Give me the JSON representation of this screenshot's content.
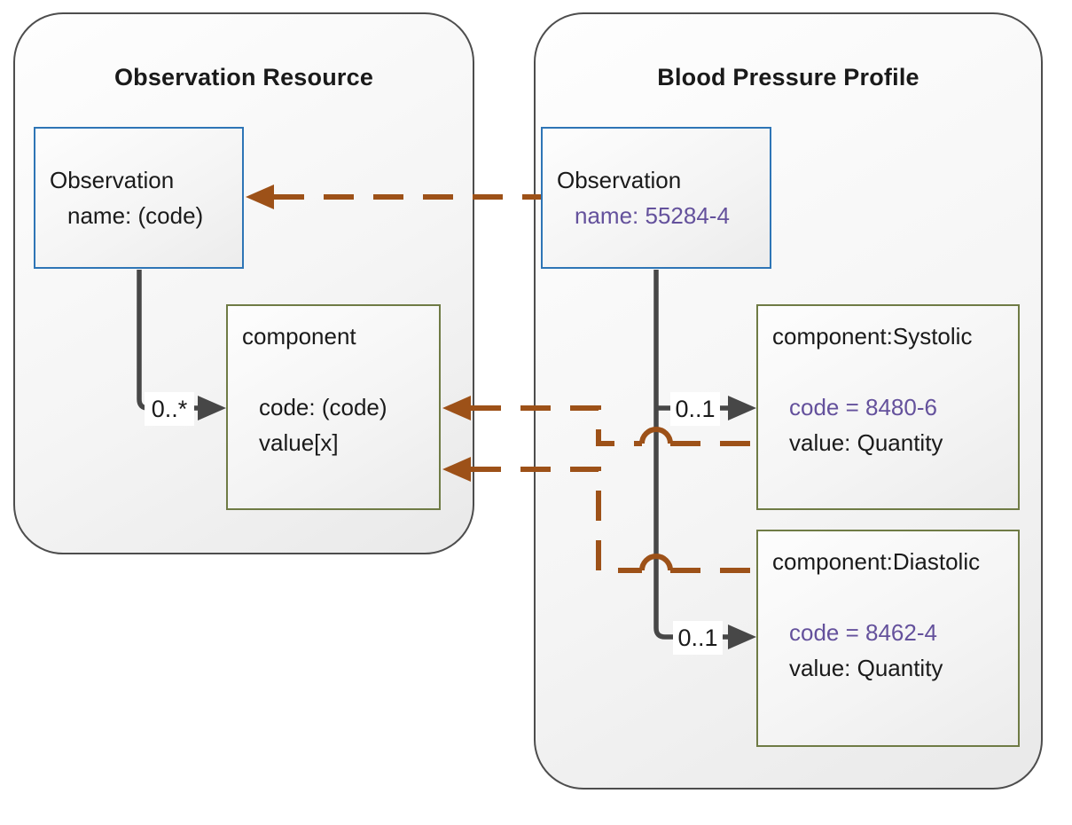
{
  "diagram": {
    "left_panel": {
      "title": "Observation Resource",
      "observation_box": {
        "title": "Observation",
        "attributes": [
          "name: (code)"
        ]
      },
      "component_box": {
        "title": "component",
        "attributes": [
          "code: (code)",
          "value[x]"
        ]
      },
      "multiplicity_component": "0..*"
    },
    "right_panel": {
      "title": "Blood Pressure Profile",
      "observation_box": {
        "title": "Observation",
        "attributes": [
          "name: 55284-4"
        ]
      },
      "systolic_box": {
        "title": "component:Systolic",
        "attributes": [
          "code = 8480-6",
          "value: Quantity"
        ]
      },
      "diastolic_box": {
        "title": "component:Diastolic",
        "attributes": [
          "code = 8462-4",
          "value: Quantity"
        ]
      },
      "multiplicity_systolic": "0..1",
      "multiplicity_diastolic": "0..1"
    },
    "colors": {
      "box_border_blue": "#2E75B6",
      "box_border_olive": "#6F7B45",
      "container_border_gray": "#4D4D4D",
      "connector_gray": "#474747",
      "mapping_arrow_brown": "#9D5118",
      "constraint_text_purple": "#64519C",
      "text_black": "#1A1A1A"
    }
  }
}
